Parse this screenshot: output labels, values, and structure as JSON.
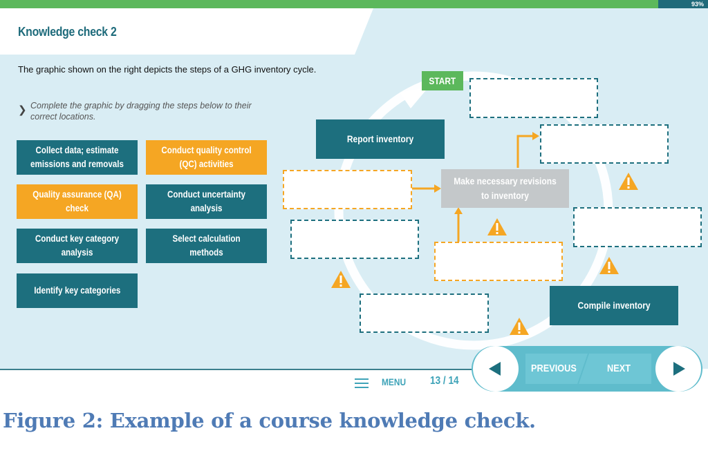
{
  "progress": {
    "percent_label": "93%",
    "fraction": 0.93
  },
  "header": {
    "title": "Knowledge check 2"
  },
  "content": {
    "intro": "The graphic shown on the right depicts the steps of a GHG inventory cycle.",
    "instruction": "Complete the graphic by dragging the steps below to their correct locations."
  },
  "drag_items": [
    {
      "label": "Collect data; estimate emissions and removals",
      "color": "#1d6f7e"
    },
    {
      "label": "Conduct quality control (QC) activities",
      "color": "#f5a623"
    },
    {
      "label": "Quality assurance (QA) check",
      "color": "#f5a623"
    },
    {
      "label": "Conduct uncertainty analysis",
      "color": "#1d6f7e"
    },
    {
      "label": "Conduct key category analysis",
      "color": "#1d6f7e"
    },
    {
      "label": "Select calculation methods",
      "color": "#1d6f7e"
    },
    {
      "label": "Identify key categories",
      "color": "#1d6f7e"
    }
  ],
  "diagram": {
    "start_label": "START",
    "report_label": "Report inventory",
    "revisions_label": "Make necessary revisions to inventory",
    "compile_label": "Compile inventory",
    "icons": [
      "warning-icon"
    ]
  },
  "footer": {
    "menu_label": "MENU",
    "page_indicator": "13 / 14",
    "previous_label": "PREVIOUS",
    "next_label": "NEXT"
  },
  "caption": "Figure 2: Example of a course knowledge check.",
  "colors": {
    "teal": "#1d6f7e",
    "orange": "#f5a623",
    "green": "#5cb85c",
    "light_blue": "#d9edf4",
    "nav_blue": "#5fbccc"
  }
}
